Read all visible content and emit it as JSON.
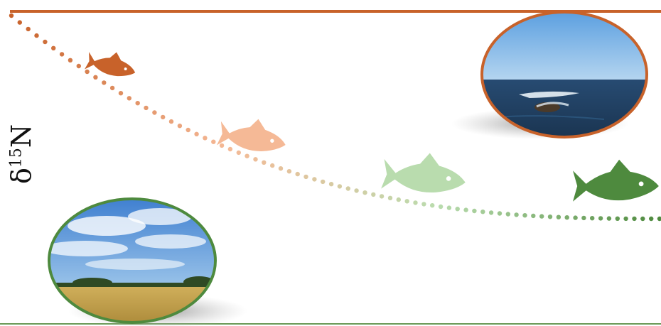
{
  "axis": {
    "delta": "δ",
    "isotope_mass": "15",
    "element": "N"
  },
  "colors": {
    "marine_end": "#c8622a",
    "terrestrial_end": "#4e8a3e",
    "fish_high": "#c8622a",
    "fish_mid_high": "#f5b996",
    "fish_mid_low": "#b9dcae",
    "fish_low": "#4e8a3e"
  },
  "panels": [
    {
      "name": "marine-habitat-photo",
      "depicts": "ocean-and-rocks",
      "border": "#c8622a"
    },
    {
      "name": "terrestrial-habitat-photo",
      "depicts": "wheat-field-and-sky",
      "border": "#4e8a3e"
    }
  ],
  "fish": [
    {
      "name": "fish-icon-high-trophic",
      "color": "#c8622a"
    },
    {
      "name": "fish-icon-mid-high",
      "color": "#f5b996"
    },
    {
      "name": "fish-icon-mid-low",
      "color": "#b9dcae"
    },
    {
      "name": "fish-icon-low",
      "color": "#4e8a3e"
    }
  ]
}
